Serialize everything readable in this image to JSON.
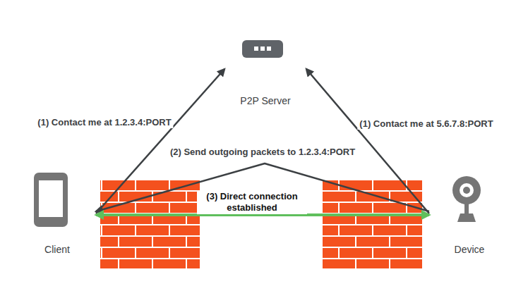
{
  "diagram": {
    "nodes": [
      {
        "text": [
          "P2P Server"
        ]
      },
      {
        "text": [
          "Client"
        ]
      },
      {
        "text": [
          "Device"
        ]
      }
    ],
    "edges": [
      {
        "from": 1,
        "to": 0,
        "arrow": "to",
        "label": "(1) Contact me at 1.2.3.4:PORT"
      },
      {
        "from": 2,
        "to": 0,
        "arrow": "to",
        "label": "(1) Contact me at 5.6.7.8:PORT"
      },
      {
        "from": 2,
        "to": 1,
        "arrow": "to",
        "label": "(2) Send outgoing packets to 1.2.3.4:PORT"
      },
      {
        "from": 1,
        "to": 2,
        "arrow": "both",
        "label": "(3) Direct connection established"
      }
    ]
  }
}
